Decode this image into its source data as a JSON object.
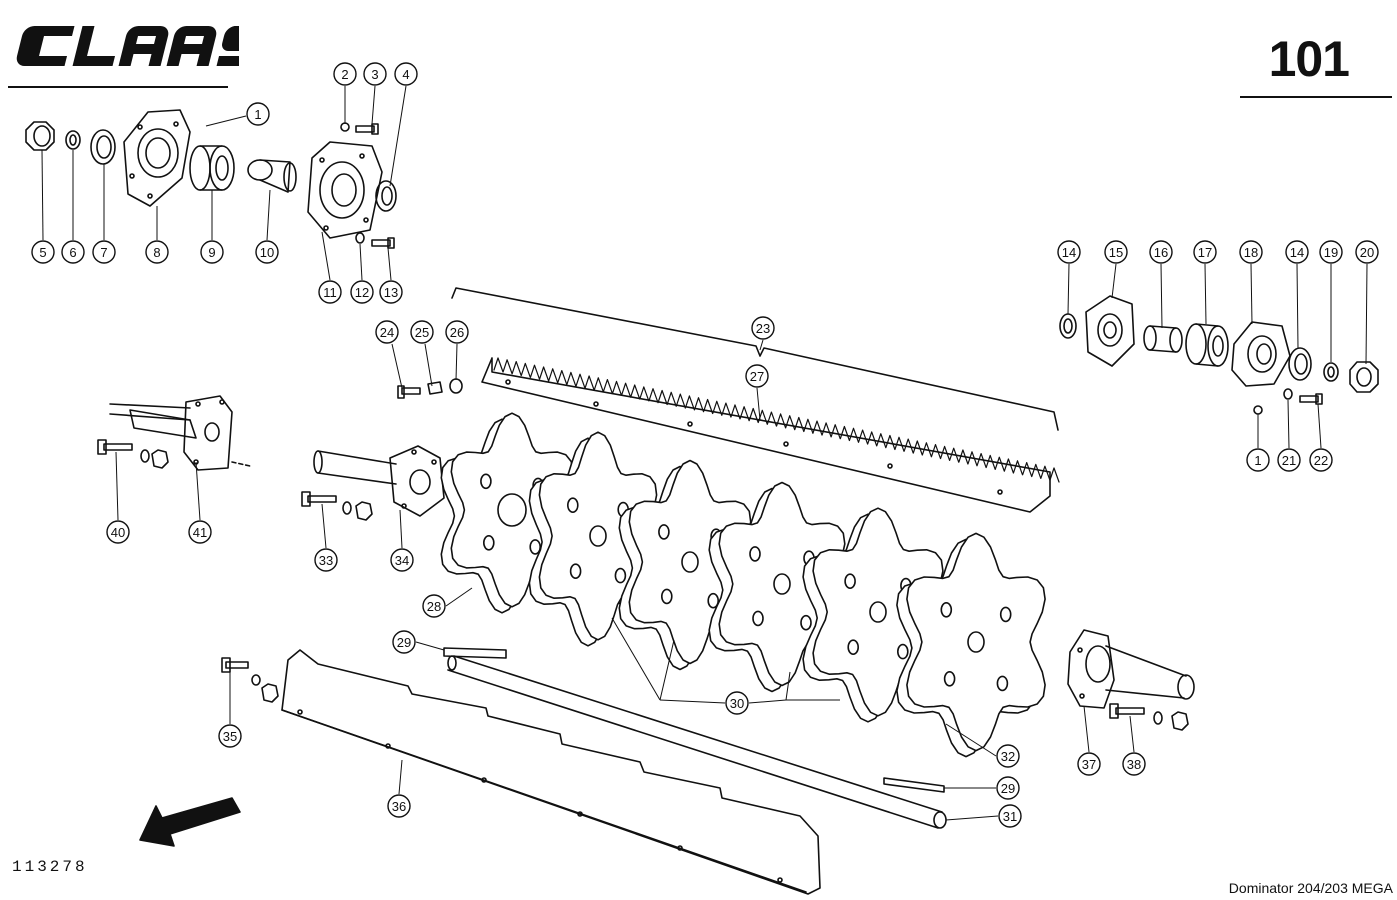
{
  "header": {
    "brand": "CLAAS",
    "page_number": "101"
  },
  "footer": {
    "drawing_number": "113278",
    "model": "Dominator 204/203 MEGA"
  },
  "callouts": [
    "1",
    "2",
    "3",
    "4",
    "5",
    "6",
    "7",
    "8",
    "9",
    "10",
    "11",
    "12",
    "13",
    "14",
    "15",
    "16",
    "17",
    "18",
    "14",
    "19",
    "20",
    "1",
    "21",
    "22",
    "23",
    "24",
    "25",
    "26",
    "27",
    "40",
    "41",
    "33",
    "34",
    "28",
    "29",
    "30",
    "32",
    "35",
    "36",
    "29",
    "31",
    "37",
    "38"
  ]
}
